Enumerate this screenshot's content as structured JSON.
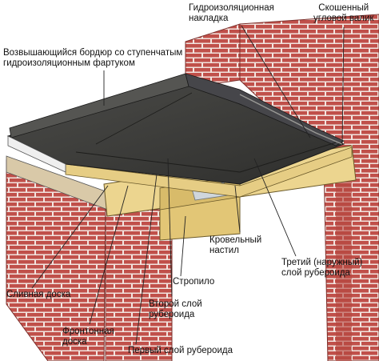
{
  "labels": {
    "raised_border": [
      "Возвышающийся бордюр со ступенчатым",
      "гидроизоляционным фартуком"
    ],
    "waterproof_overlay": [
      "Гидроизоляционная",
      "накладка"
    ],
    "beveled_fillet": [
      "Скошенный",
      "угловой валик"
    ],
    "drip_board": [
      "Сливная доска"
    ],
    "fascia_board": [
      "Фронтонная",
      "доска"
    ],
    "first_layer": [
      "Первый слой рубероида"
    ],
    "second_layer": [
      "Второй слой",
      "рубероида"
    ],
    "rafter": [
      "Стропило"
    ],
    "roof_deck": [
      "Кровельный",
      "настил"
    ],
    "third_layer": [
      "Третий (наружный)",
      "слой рубероида"
    ]
  },
  "colors": {
    "brick": "#c0504a",
    "mortar": "#f2e4df",
    "roofing": "#3a3a38",
    "wood": "#ecd58f",
    "line": "#222222"
  }
}
